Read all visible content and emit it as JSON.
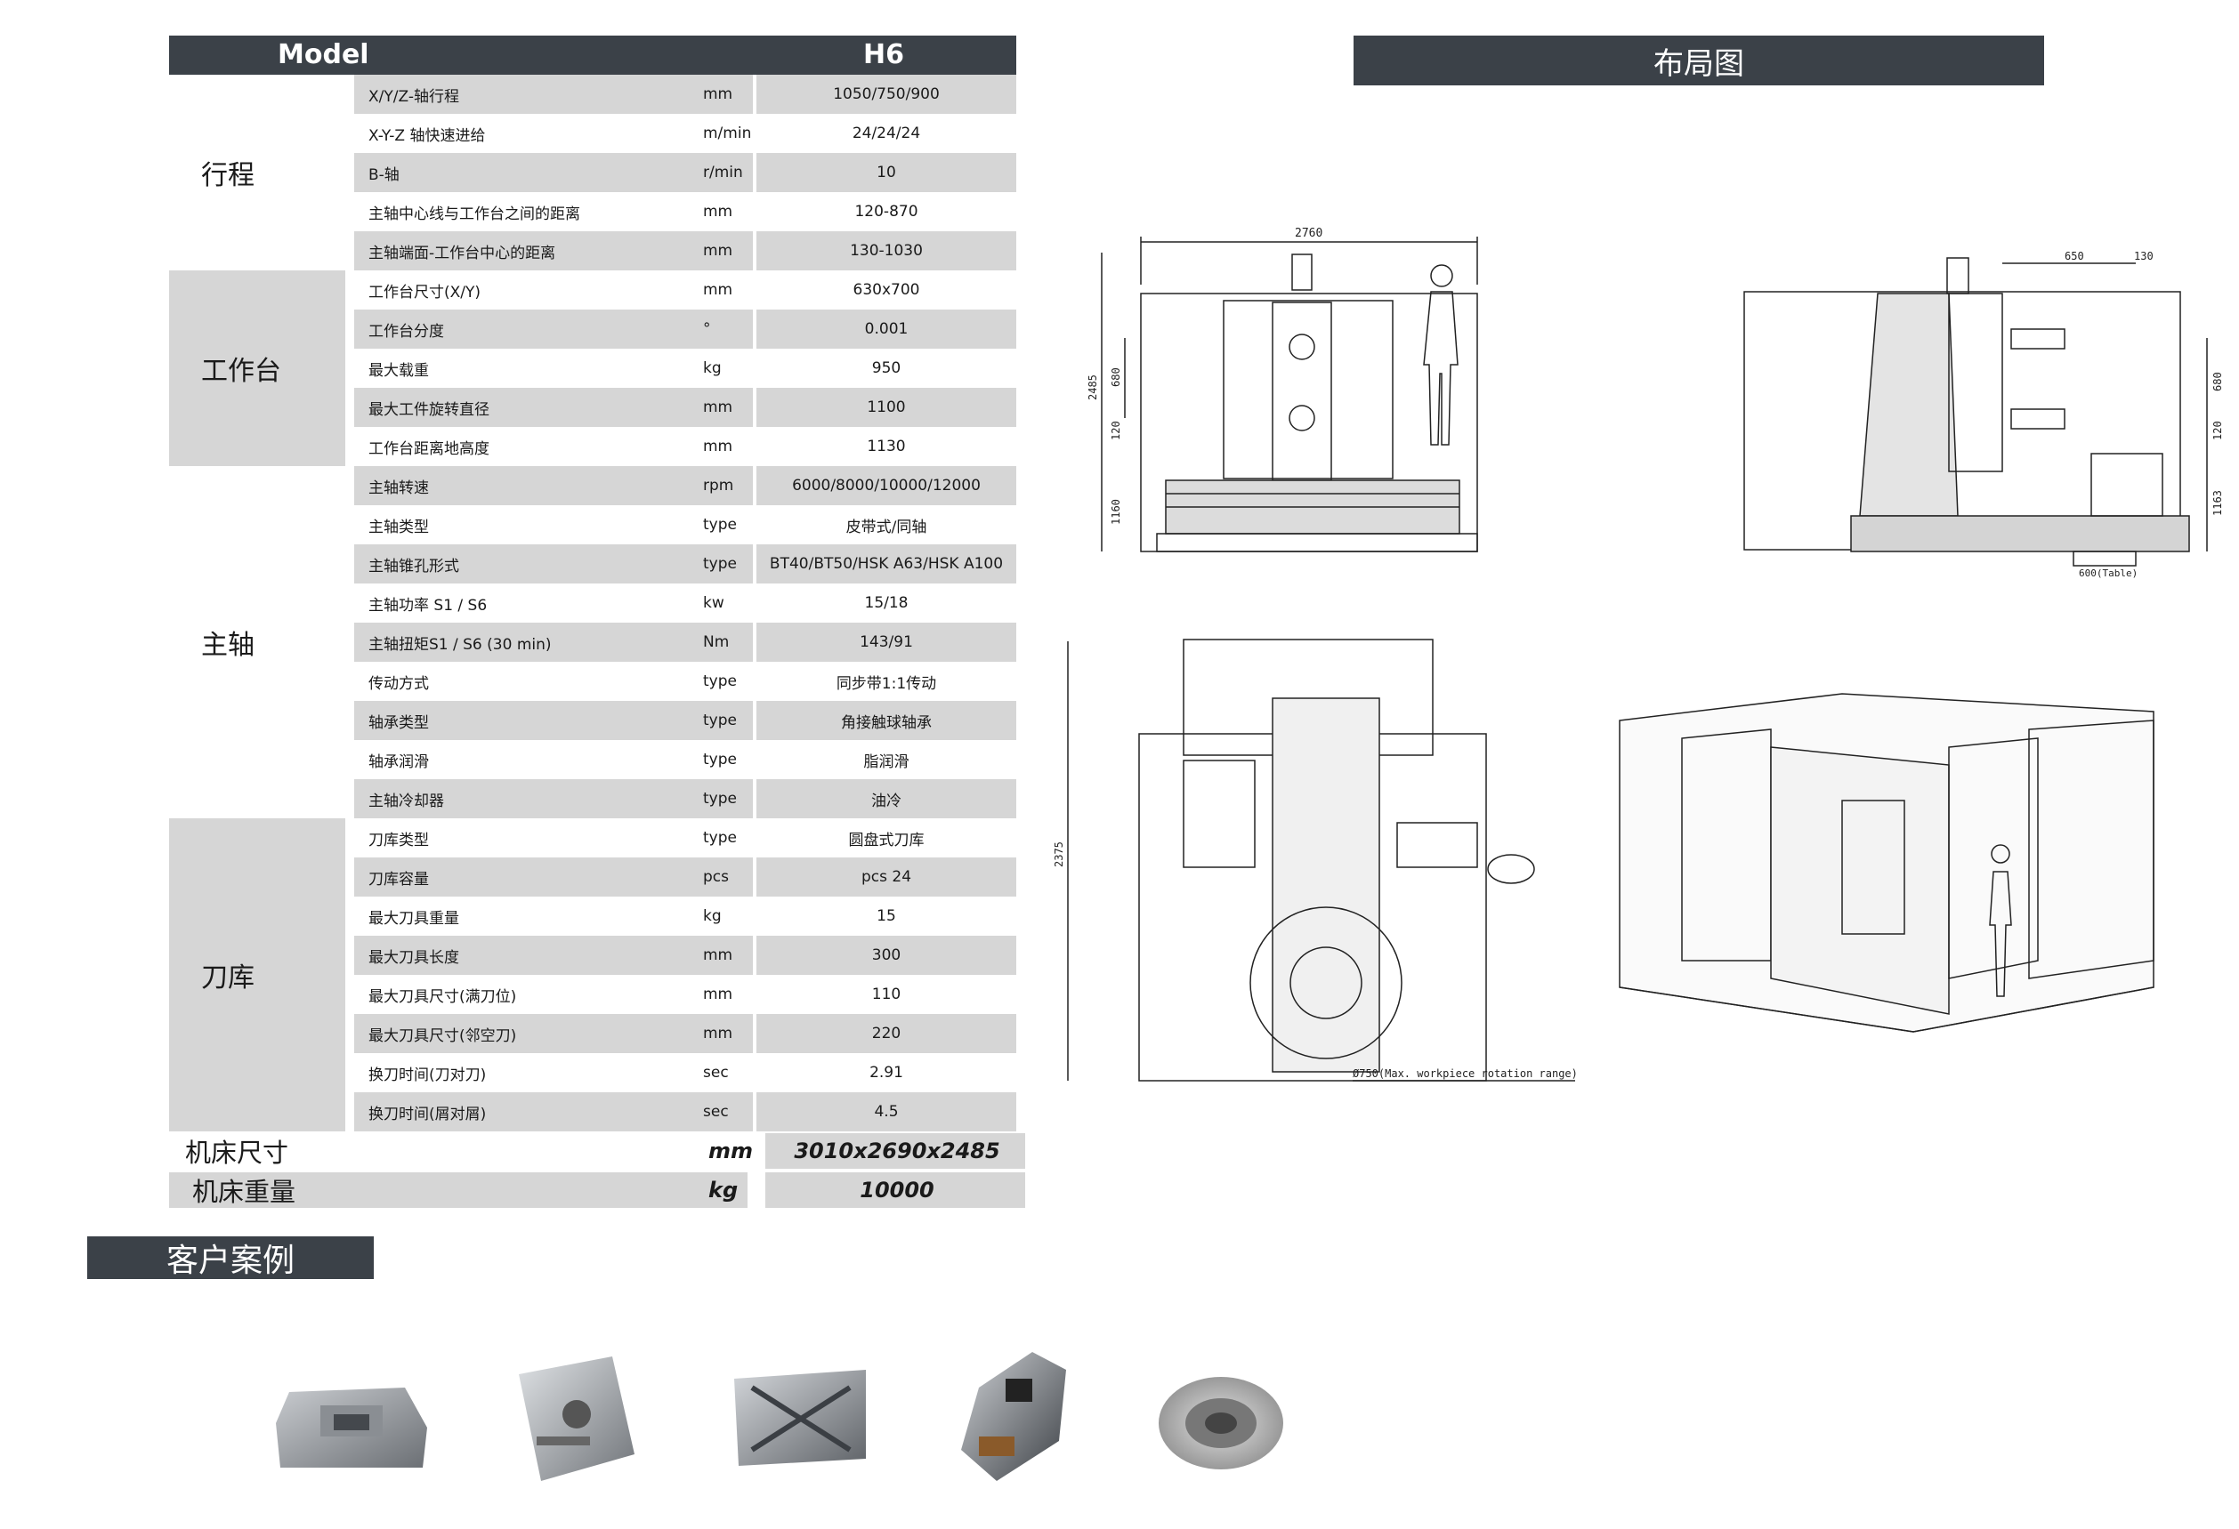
{
  "model": {
    "label": "Model",
    "value": "H6"
  },
  "groups": [
    {
      "category": "行程",
      "rows": [
        {
          "name": "X/Y/Z-轴行程",
          "unit": "mm",
          "value": "1050/750/900"
        },
        {
          "name": "X-Y-Z 轴快速进给",
          "unit": "m/min",
          "value": "24/24/24"
        },
        {
          "name": "B-轴",
          "unit": "r/min",
          "value": "10"
        },
        {
          "name": "主轴中心线与工作台之间的距离",
          "unit": "mm",
          "value": "120-870"
        },
        {
          "name": "主轴端面-工作台中心的距离",
          "unit": "mm",
          "value": "130-1030"
        }
      ]
    },
    {
      "category": "工作台",
      "rows": [
        {
          "name": "工作台尺寸(X/Y)",
          "unit": "mm",
          "value": "630x700"
        },
        {
          "name": "工作台分度",
          "unit": "°",
          "value": "0.001"
        },
        {
          "name": "最大载重",
          "unit": "kg",
          "value": "950"
        },
        {
          "name": "最大工件旋转直径",
          "unit": "mm",
          "value": "1100"
        },
        {
          "name": "工作台距离地高度",
          "unit": "mm",
          "value": "1130"
        }
      ]
    },
    {
      "category": "主轴",
      "rows": [
        {
          "name": "主轴转速",
          "unit": "rpm",
          "value": "6000/8000/10000/12000"
        },
        {
          "name": "主轴类型",
          "unit": "type",
          "value": "皮带式/同轴"
        },
        {
          "name": "主轴锥孔形式",
          "unit": "type",
          "value": "BT40/BT50/HSK A63/HSK A100"
        },
        {
          "name": "主轴功率 S1 / S6",
          "unit": "kw",
          "value": "15/18"
        },
        {
          "name": "主轴扭矩S1 / S6 (30 min)",
          "unit": "Nm",
          "value": "143/91"
        },
        {
          "name": "传动方式",
          "unit": "type",
          "value": "同步带1:1传动"
        },
        {
          "name": "轴承类型",
          "unit": "type",
          "value": "角接触球轴承"
        },
        {
          "name": "轴承润滑",
          "unit": "type",
          "value": "脂润滑"
        },
        {
          "name": "主轴冷却器",
          "unit": "type",
          "value": "油冷"
        }
      ]
    },
    {
      "category": "刀库",
      "rows": [
        {
          "name": "刀库类型",
          "unit": "type",
          "value": "圆盘式刀库"
        },
        {
          "name": "刀库容量",
          "unit": "pcs",
          "value": "pcs 24"
        },
        {
          "name": "最大刀具重量",
          "unit": "kg",
          "value": "15"
        },
        {
          "name": "最大刀具长度",
          "unit": "mm",
          "value": "300"
        },
        {
          "name": "最大刀具尺寸(满刀位)",
          "unit": "mm",
          "value": "110"
        },
        {
          "name": "最大刀具尺寸(邻空刀)",
          "unit": "mm",
          "value": "220"
        },
        {
          "name": "换刀时间(刀对刀)",
          "unit": "sec",
          "value": "2.91"
        },
        {
          "name": "换刀时间(屑对屑)",
          "unit": "sec",
          "value": "4.5"
        }
      ]
    }
  ],
  "machine_size": {
    "label": "机床尺寸",
    "unit": "mm",
    "value": "3010x2690x2485"
  },
  "machine_weight": {
    "label": "机床重量",
    "unit": "kg",
    "value": "10000"
  },
  "layout_header": "布局图",
  "cases_header": "客户案例",
  "drawing_labels": {
    "front_width": "2760",
    "front_height": "2485",
    "front_680": "680",
    "front_120": "120",
    "front_1160": "1160",
    "side_650": "650",
    "side_130": "130",
    "side_680": "680",
    "side_120": "120",
    "side_1163": "1163",
    "side_table": "600(Table)",
    "top_depth": "2375",
    "top_rotation": "Ø750(Max. workpiece rotation range)"
  },
  "colors": {
    "header_bg": "#3b4148",
    "row_shade": "#d6d6d6",
    "category_shade": "#d6d6d6"
  }
}
